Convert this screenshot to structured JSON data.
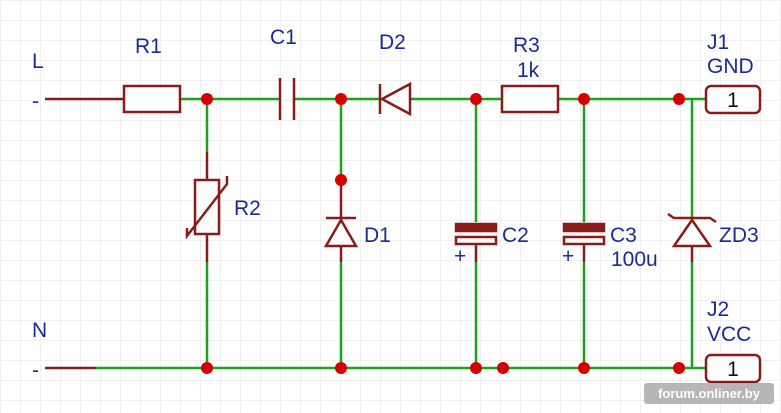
{
  "colors": {
    "wire": "#1aa31a",
    "symbol": "#8b1a1a",
    "junction": "#d40000",
    "label": "#1d2a8f",
    "grid": "#dcdcdc"
  },
  "nets": {
    "left_top": "L",
    "left_bottom": "N",
    "pin_marker": "-"
  },
  "components": {
    "r1": {
      "ref": "R1"
    },
    "r2": {
      "ref": "R2"
    },
    "r3": {
      "ref": "R3",
      "value": "1k"
    },
    "c1": {
      "ref": "C1"
    },
    "c2": {
      "ref": "C2"
    },
    "c3": {
      "ref": "C3",
      "value": "100u"
    },
    "d1": {
      "ref": "D1"
    },
    "d2": {
      "ref": "D2"
    },
    "zd3": {
      "ref": "ZD3"
    },
    "j1": {
      "ref": "J1",
      "net": "GND",
      "pin": "1"
    },
    "j2": {
      "ref": "J2",
      "net": "VCC",
      "pin": "1"
    },
    "polarity_mark": "+"
  },
  "watermark": "forum.onliner.by"
}
